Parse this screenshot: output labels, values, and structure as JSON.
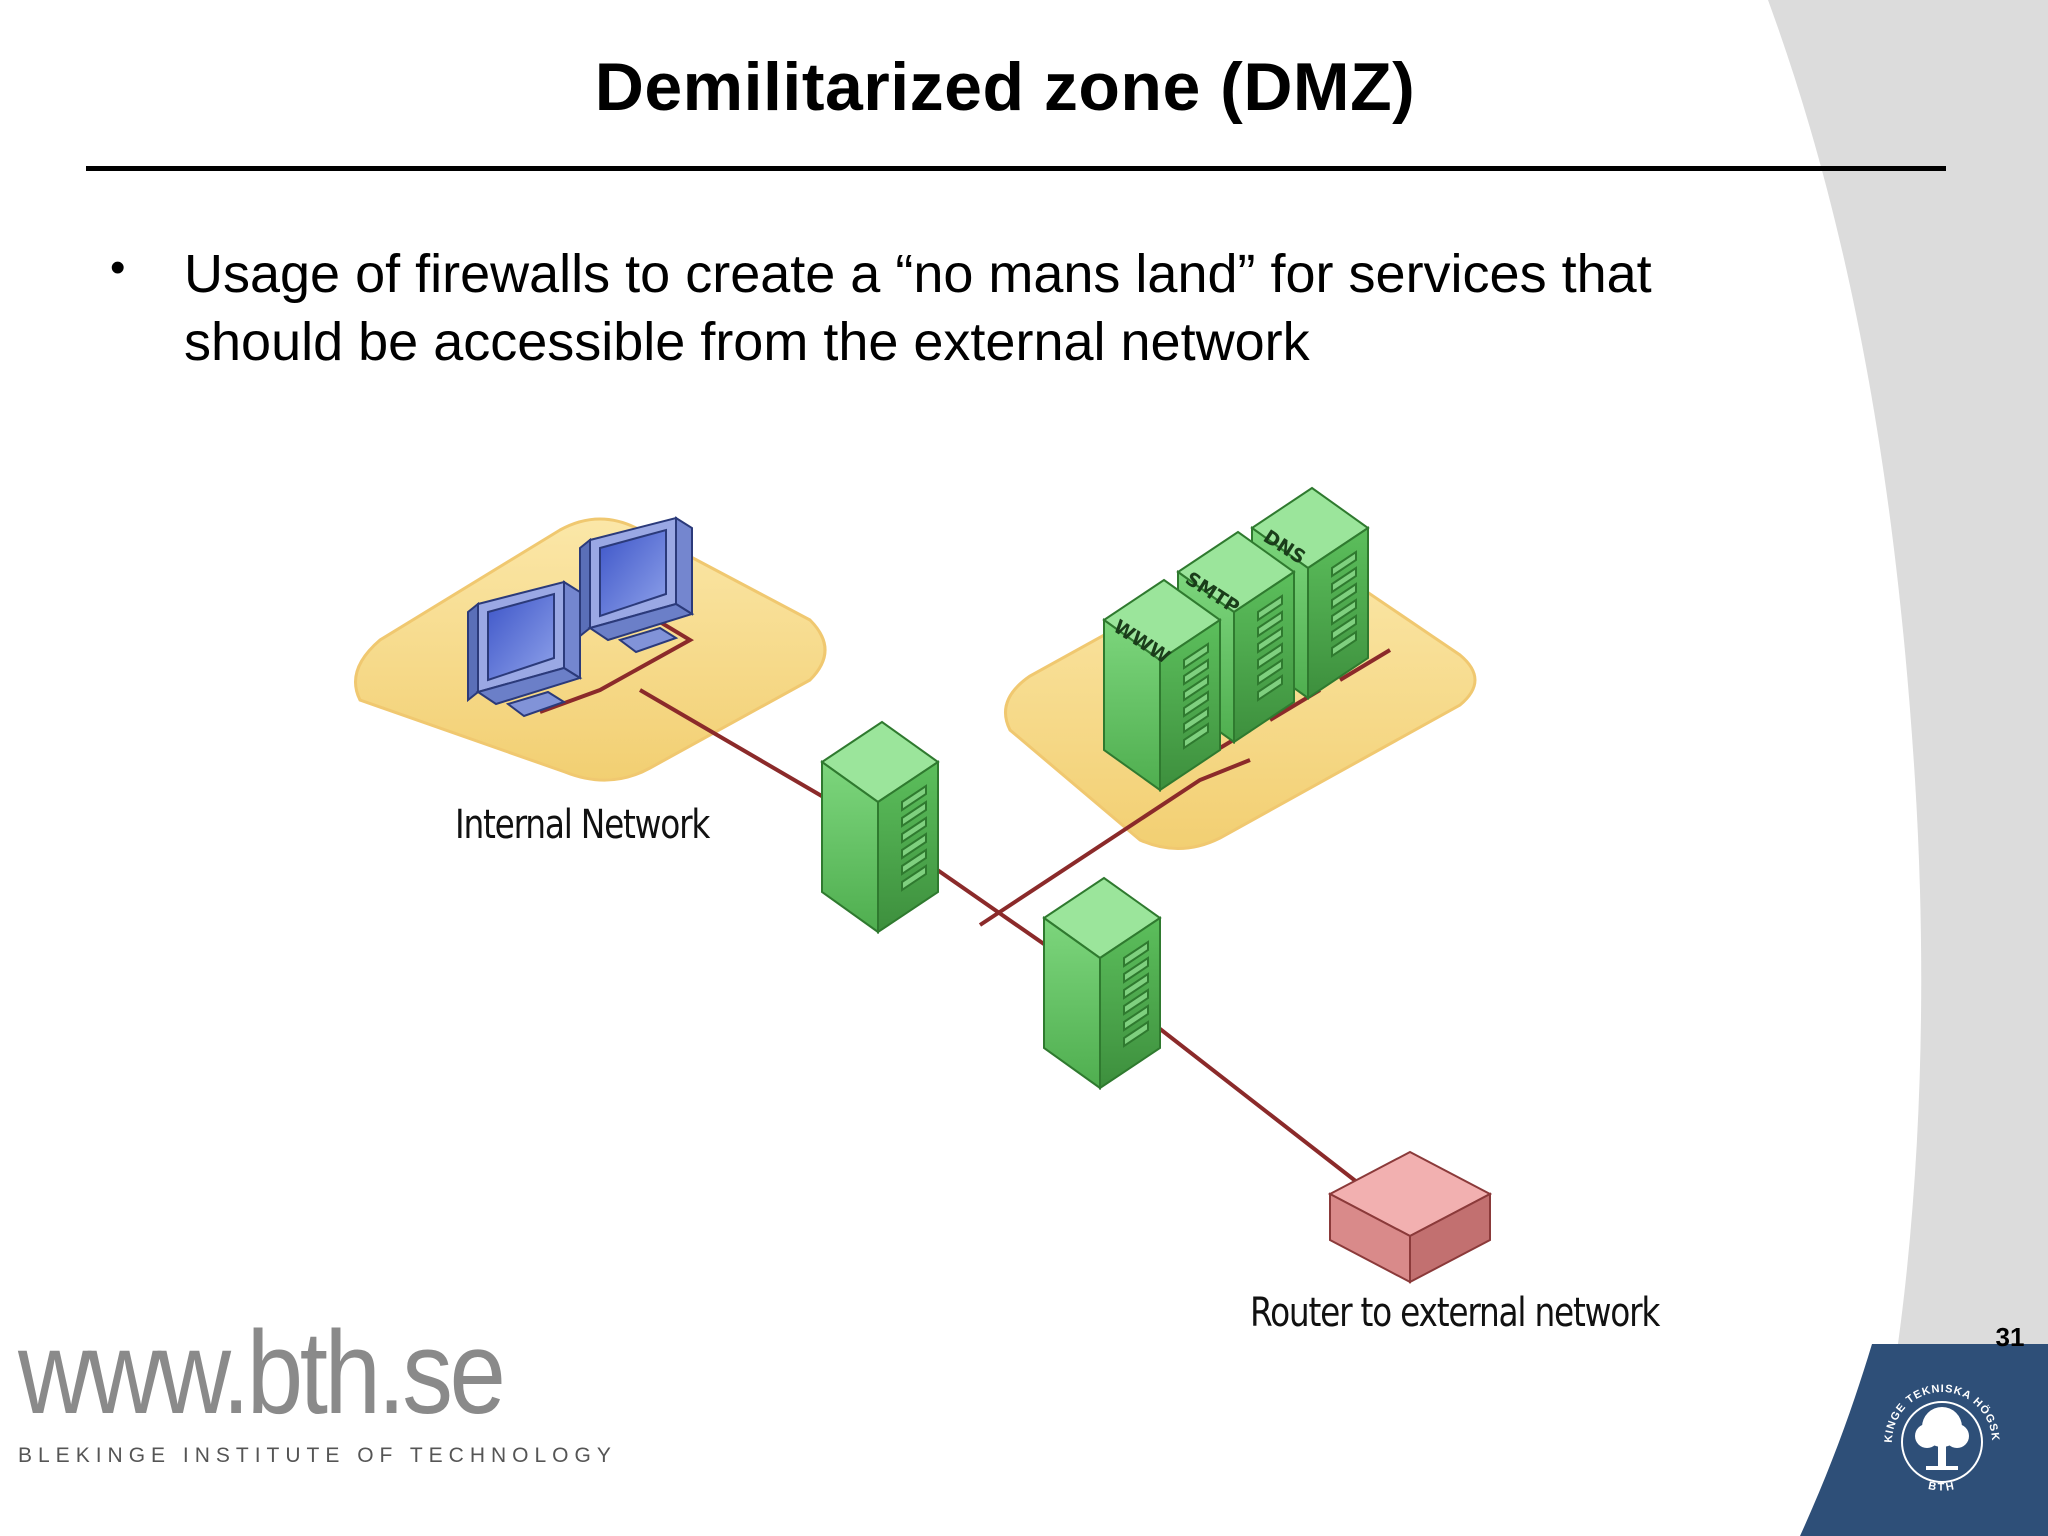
{
  "slide": {
    "title": "Demilitarized zone (DMZ)",
    "bullets": [
      {
        "marker": "•",
        "text": "Usage of firewalls to create a “no mans land” for services that should be accessible from the external network"
      }
    ],
    "page_number": "31"
  },
  "diagram": {
    "labels": {
      "internal_network": "Internal Network",
      "router": "Router to external network"
    },
    "servers": {
      "www": "WWW",
      "smtp": "SMTP",
      "dns": "DNS"
    }
  },
  "branding": {
    "url": "www.bth.se",
    "institute": "BLEKINGE INSTITUTE OF TECHNOLOGY",
    "seal_text_top": "BLEKINGE TEKNISKA HÖGSKOLA",
    "seal_text_bottom": "BTH"
  },
  "colors": {
    "zone_fill": "#f5d88a",
    "server_green": "#5dbf5d",
    "router_red": "#d98a8a",
    "link_color": "#8b2a2a",
    "monitor_blue": "#6a7fd0",
    "corner_gray": "#dcdcdc",
    "corner_blue": "#2e4f78"
  }
}
